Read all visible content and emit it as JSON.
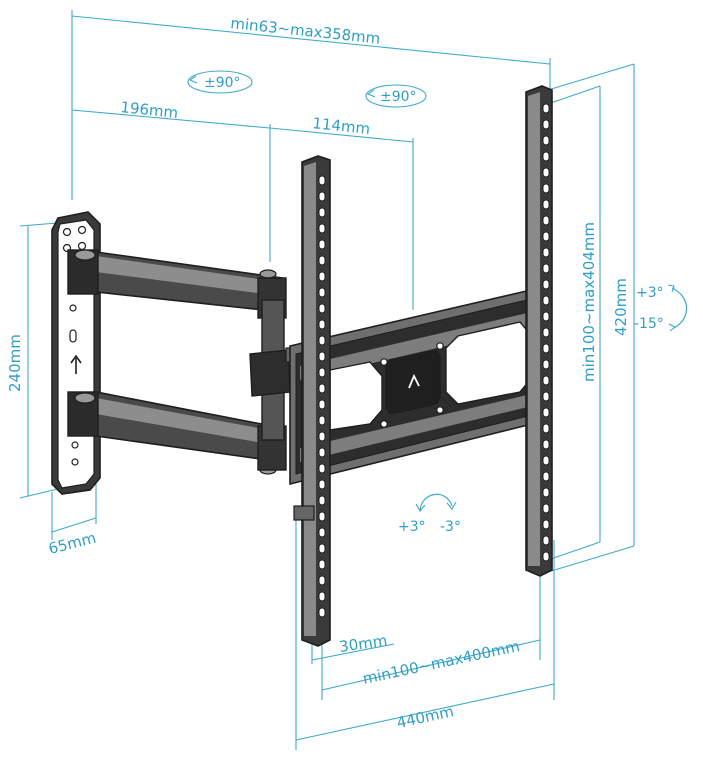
{
  "colors": {
    "dimension": "#3fa9c9",
    "metal_dark": "#2b2b2b",
    "metal_mid": "#555555",
    "metal_light": "#9a9a9a",
    "background": "#ffffff"
  },
  "labels": {
    "tv_width_range": "min63~max358mm",
    "swivel_left": "±90°",
    "swivel_right": "±90°",
    "arm_length_1": "196mm",
    "arm_length_2": "114mm",
    "plate_height": "240mm",
    "plate_width": "65mm",
    "vertical_range": "min100~max404mm",
    "vertical_total": "420mm",
    "tilt_up": "+3°",
    "tilt_down": "-15°",
    "rotate_plus": "+3°",
    "rotate_minus": "-3°",
    "bracket_width": "30mm",
    "horizontal_range": "min100~max400mm",
    "horizontal_total": "440mm"
  },
  "icons": {
    "swivel_left": "rotate-arrow-icon",
    "swivel_right": "rotate-arrow-icon",
    "tilt": "curved-arrow-icon",
    "rotation": "curved-arrow-icon",
    "plate_arrow": "up-arrow-icon"
  }
}
